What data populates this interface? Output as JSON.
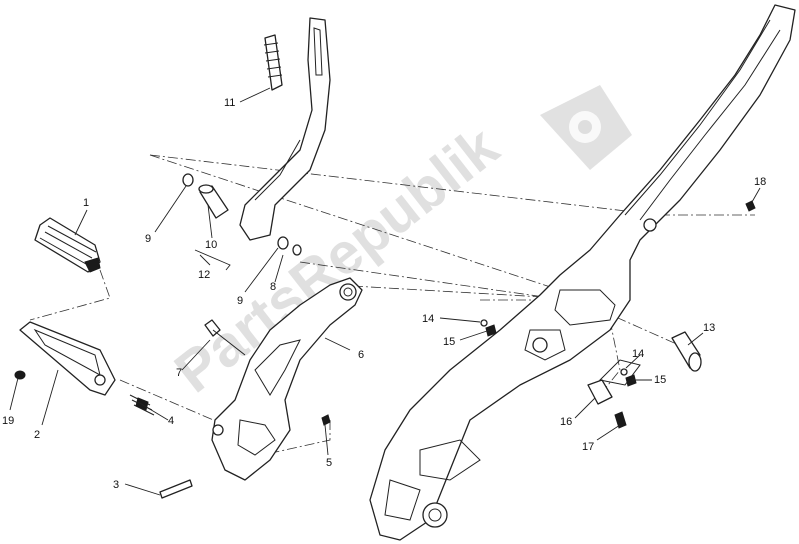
{
  "watermark": {
    "text": "PartsRepublik"
  },
  "callouts": [
    "1",
    "2",
    "3",
    "4",
    "5",
    "6",
    "7",
    "8",
    "9",
    "9",
    "10",
    "11",
    "12",
    "13",
    "14",
    "14",
    "15",
    "15",
    "16",
    "17",
    "18",
    "19"
  ]
}
